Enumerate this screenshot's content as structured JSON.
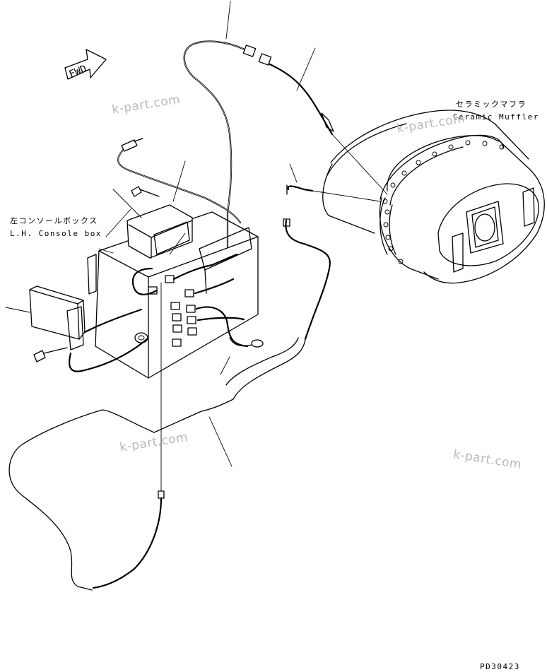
{
  "labels": {
    "console_box_jp": "左コンソールボックス",
    "console_box_en": "L.H. Console box",
    "muffler_jp": "セラミックマフラ",
    "muffler_en": "Ceramic Muffler",
    "fwd": "FWD",
    "drawing_code": "PD30423"
  },
  "watermarks": [
    "k-part.com",
    "k-part.com",
    "k-part.com",
    "k-part.com"
  ]
}
